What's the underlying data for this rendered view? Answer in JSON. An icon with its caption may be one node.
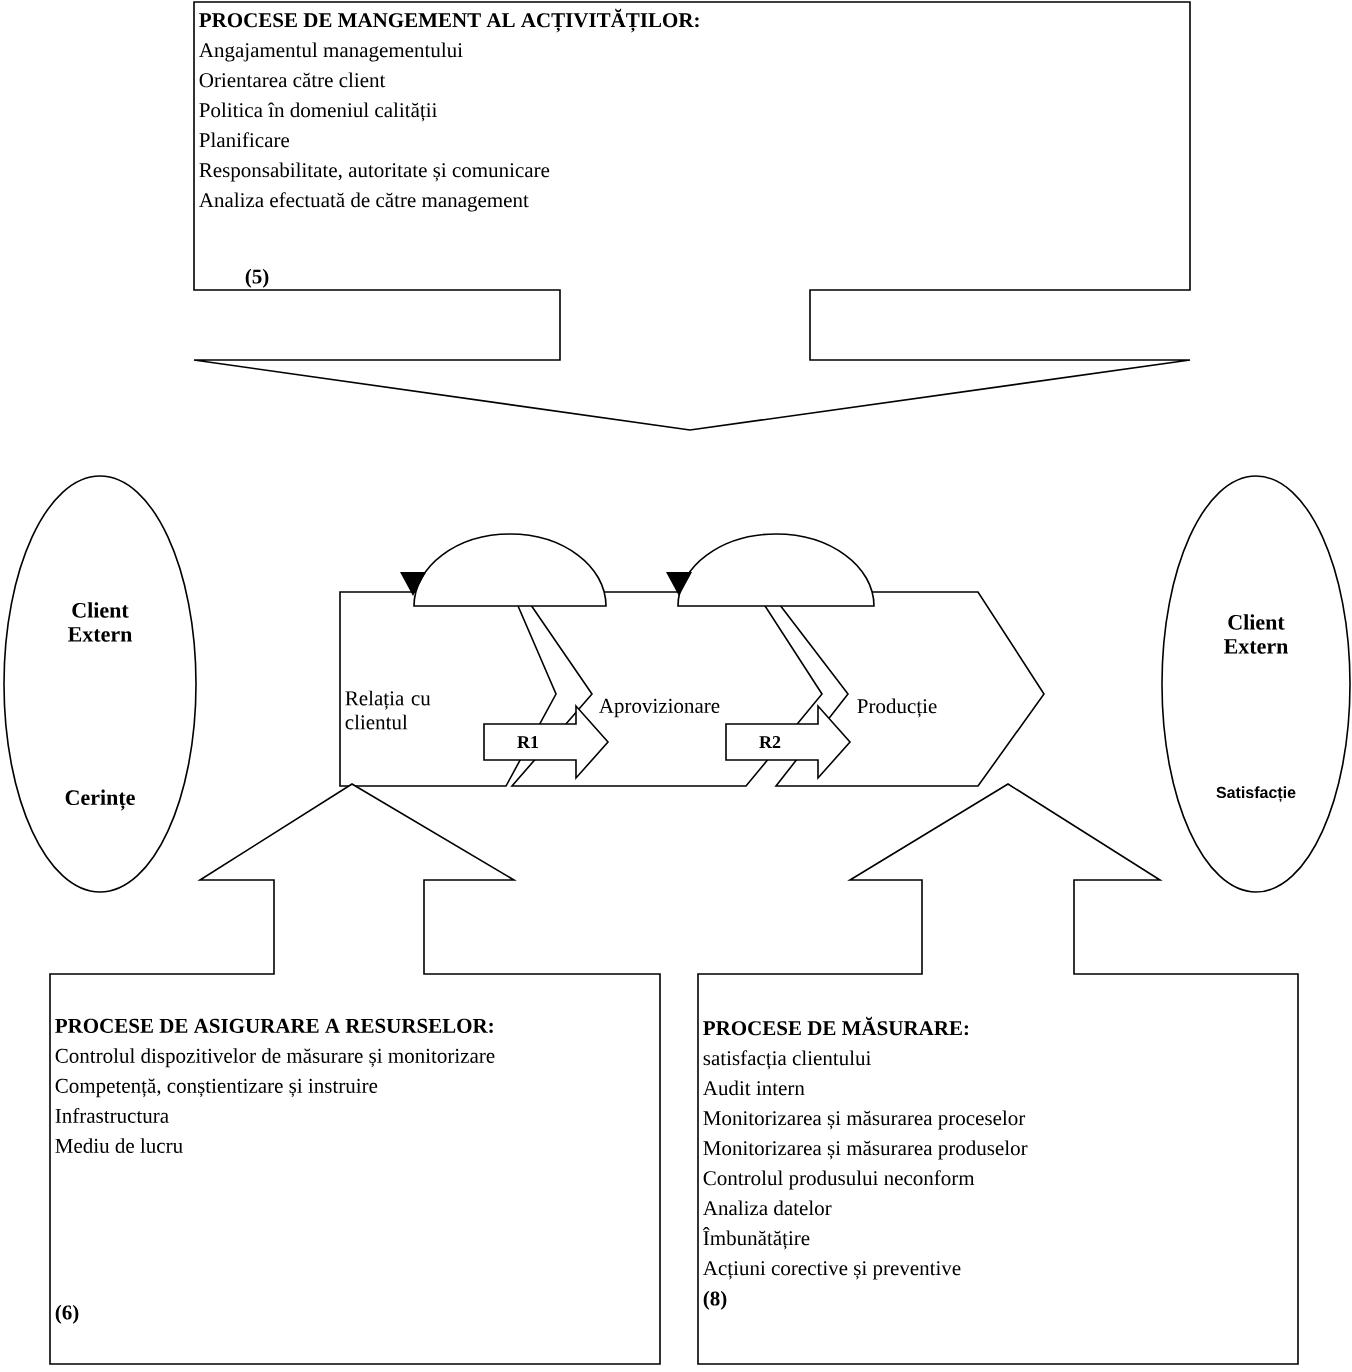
{
  "diagram": {
    "nodes": [
      {
        "text": [
          "PROCESE DE MANGEMENT AL ACȚIVITĂȚILOR:",
          "Angajamentul managementului",
          "Orientarea către client",
          "Politica în domeniul calității",
          "Planificare",
          "Responsabilitate, autoritate și comunicare",
          "Analiza efectuată de către management",
          "(5)"
        ]
      },
      {
        "text": [
          "Client Extern",
          "Cerințe"
        ]
      },
      {
        "text": [
          "Relația cu clientul"
        ]
      },
      {
        "text": [
          "Aprovizionare"
        ]
      },
      {
        "text": [
          "Producție"
        ]
      },
      {
        "text": [],
        "shape": "semicircle"
      },
      {
        "text": [],
        "shape": "semicircle"
      },
      {
        "text": [
          "R1"
        ]
      },
      {
        "text": [
          "R2"
        ]
      },
      {
        "text": [
          "Client Extern",
          "Satisfacție"
        ]
      },
      {
        "text": [
          "PROCESE DE ASIGURARE A RESURSELOR:",
          "Controlul dispozitivelor de măsurare și monitorizare",
          "Competență, conștientizare și instruire",
          "Infrastructura",
          "Mediu de lucru",
          "(6)"
        ]
      },
      {
        "text": [
          "PROCESE DE MĂSURARE:",
          "satisfacția clientului",
          "Audit intern",
          "Monitorizarea și măsurarea proceselor",
          "Monitorizarea și măsurarea produselor",
          "Controlul produsului neconform",
          "Analiza datelor",
          "Îmbunătățire",
          "Acțiuni corective și preventive",
          "(8)"
        ]
      }
    ]
  }
}
